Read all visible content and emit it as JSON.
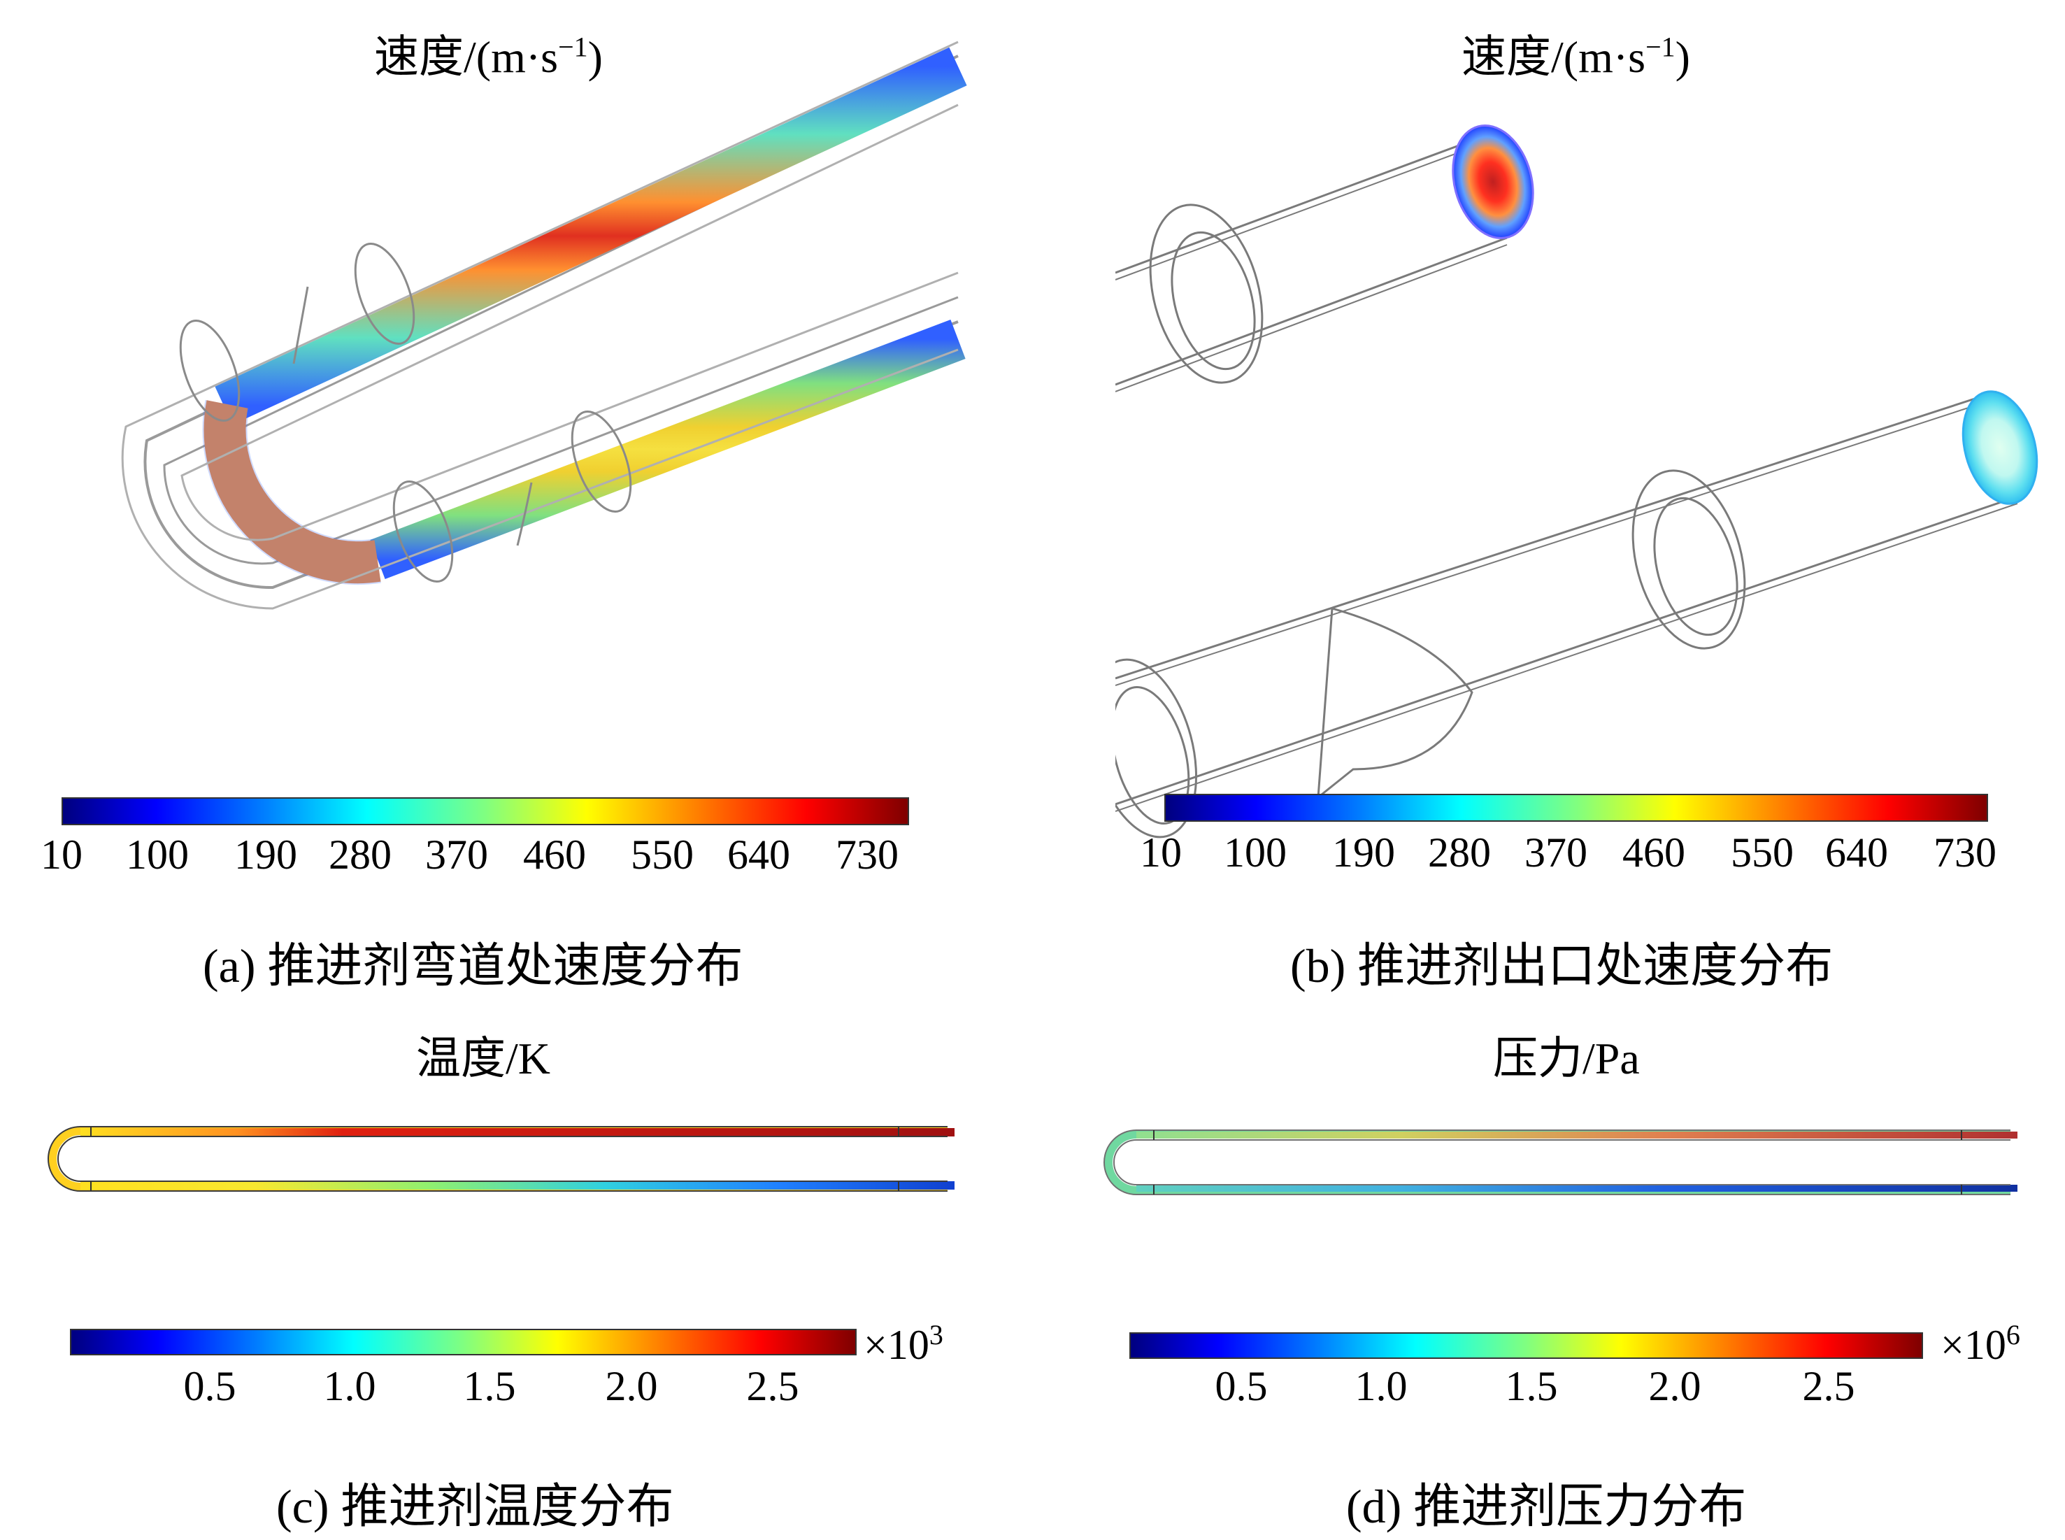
{
  "panels": {
    "a": {
      "title_prefix": "速度/(m·s",
      "title_sup": "−1",
      "title_suffix": ")",
      "ticks": [
        "10",
        "100",
        "190",
        "280",
        "370",
        "460",
        "550",
        "640",
        "730"
      ],
      "caption": "(a) 推进剂弯道处速度分布"
    },
    "b": {
      "title_prefix": "速度/(m·s",
      "title_sup": "−1",
      "title_suffix": ")",
      "ticks": [
        "10",
        "100",
        "190",
        "280",
        "370",
        "460",
        "550",
        "640",
        "730"
      ],
      "caption": "(b) 推进剂出口处速度分布"
    },
    "c": {
      "title": "温度/K",
      "ticks": [
        "0.5",
        "1.0",
        "1.5",
        "2.0",
        "2.5"
      ],
      "multiplier_base": "×10",
      "multiplier_exp": "3",
      "caption": "(c) 推进剂温度分布"
    },
    "d": {
      "title": "压力/Pa",
      "ticks": [
        "0.5",
        "1.0",
        "1.5",
        "2.0",
        "2.5"
      ],
      "multiplier_base": "×10",
      "multiplier_exp": "6",
      "caption": "(d) 推进剂压力分布"
    }
  },
  "colors": {
    "colormap": [
      "#00007f",
      "#0000ff",
      "#0080ff",
      "#00ffff",
      "#80ff80",
      "#ffff00",
      "#ff8000",
      "#ff0000",
      "#7f0000"
    ],
    "outline": "#7a7a7a"
  }
}
